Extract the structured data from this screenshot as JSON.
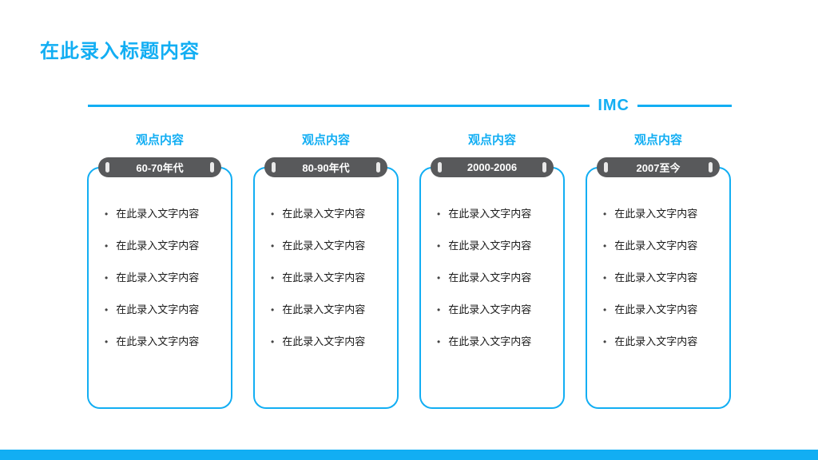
{
  "slide": {
    "title": "在此录入标题内容",
    "divider_label": "IMC"
  },
  "colors": {
    "accent": "#12aef3",
    "pill": "#58595b"
  },
  "columns": [
    {
      "header": "观点内容",
      "period": "60-70年代",
      "bullets": [
        "在此录入文字内容",
        "在此录入文字内容",
        "在此录入文字内容",
        "在此录入文字内容",
        "在此录入文字内容"
      ]
    },
    {
      "header": "观点内容",
      "period": "80-90年代",
      "bullets": [
        "在此录入文字内容",
        "在此录入文字内容",
        "在此录入文字内容",
        "在此录入文字内容",
        "在此录入文字内容"
      ]
    },
    {
      "header": "观点内容",
      "period": "2000-2006",
      "bullets": [
        "在此录入文字内容",
        "在此录入文字内容",
        "在此录入文字内容",
        "在此录入文字内容",
        "在此录入文字内容"
      ]
    },
    {
      "header": "观点内容",
      "period": "2007至今",
      "bullets": [
        "在此录入文字内容",
        "在此录入文字内容",
        "在此录入文字内容",
        "在此录入文字内容",
        "在此录入文字内容"
      ]
    }
  ]
}
